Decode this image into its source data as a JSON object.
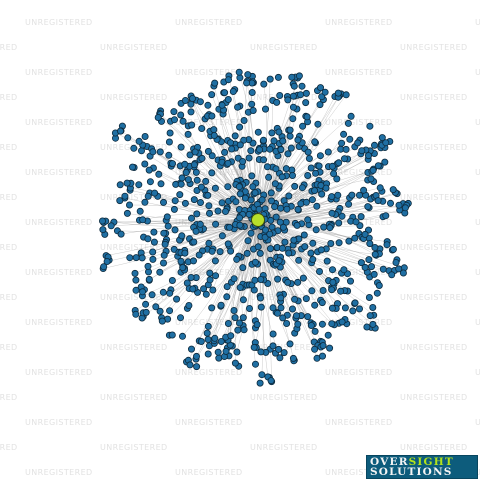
{
  "watermark": {
    "text": "UNREGISTERED"
  },
  "graph": {
    "hub_color": "#b8e02b",
    "node_color": "#1f6fa3",
    "node_stroke": "#0d2a3d",
    "edge_color": "#8c8c8c"
  },
  "logo": {
    "word1a": "OVER",
    "word1b": "SIGHT",
    "word2": "SOLUTIONS"
  }
}
